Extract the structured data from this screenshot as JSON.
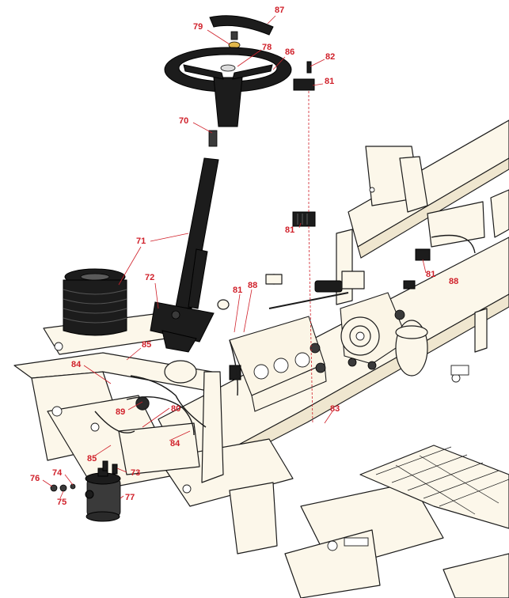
{
  "parts": [
    {
      "id": "p87",
      "label": "87"
    },
    {
      "id": "p79",
      "label": "79"
    },
    {
      "id": "p78",
      "label": "78"
    },
    {
      "id": "p86",
      "label": "86"
    },
    {
      "id": "p82",
      "label": "82"
    },
    {
      "id": "p81a",
      "label": "81"
    },
    {
      "id": "p70",
      "label": "70"
    },
    {
      "id": "p81b",
      "label": "81"
    },
    {
      "id": "p71",
      "label": "71"
    },
    {
      "id": "p81c",
      "label": "81"
    },
    {
      "id": "p88a",
      "label": "88"
    },
    {
      "id": "p72",
      "label": "72"
    },
    {
      "id": "p81d",
      "label": "81"
    },
    {
      "id": "p88b",
      "label": "88"
    },
    {
      "id": "p85a",
      "label": "85"
    },
    {
      "id": "p84a",
      "label": "84"
    },
    {
      "id": "p89",
      "label": "89"
    },
    {
      "id": "p80",
      "label": "80"
    },
    {
      "id": "p83",
      "label": "83"
    },
    {
      "id": "p84b",
      "label": "84"
    },
    {
      "id": "p85b",
      "label": "85"
    },
    {
      "id": "p74",
      "label": "74"
    },
    {
      "id": "p73",
      "label": "73"
    },
    {
      "id": "p76",
      "label": "76"
    },
    {
      "id": "p75",
      "label": "75"
    },
    {
      "id": "p77",
      "label": "77"
    }
  ],
  "colors": {
    "callout": "#d0202a",
    "frame_fill": "#fcf7ea",
    "line": "#1b1b1b",
    "parts_black": "#1c1c1c"
  }
}
